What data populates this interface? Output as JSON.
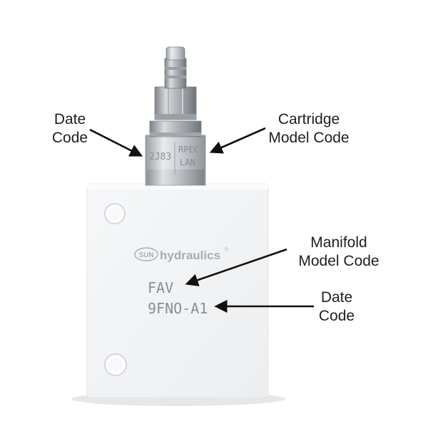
{
  "callouts": {
    "cartridge_date": [
      "Date",
      "Code"
    ],
    "cartridge_model": [
      "Cartridge",
      "Model Code"
    ],
    "manifold_model": [
      "Manifold",
      "Model Code"
    ],
    "manifold_date": [
      "Date",
      "Code"
    ]
  },
  "markings": {
    "cartridge_date_code": "2J83",
    "cartridge_model_line1": "RPEC",
    "cartridge_model_line2": "LAN",
    "brand_sun": "SUN",
    "brand_hydraulics": "hydraulics",
    "brand_reg": "®",
    "manifold_model_code": "FAV",
    "manifold_date_code": "9FNO-A1"
  },
  "colors": {
    "block": "#f1f2f4",
    "steel": "#b4b8bd",
    "arrow": "#111111"
  }
}
